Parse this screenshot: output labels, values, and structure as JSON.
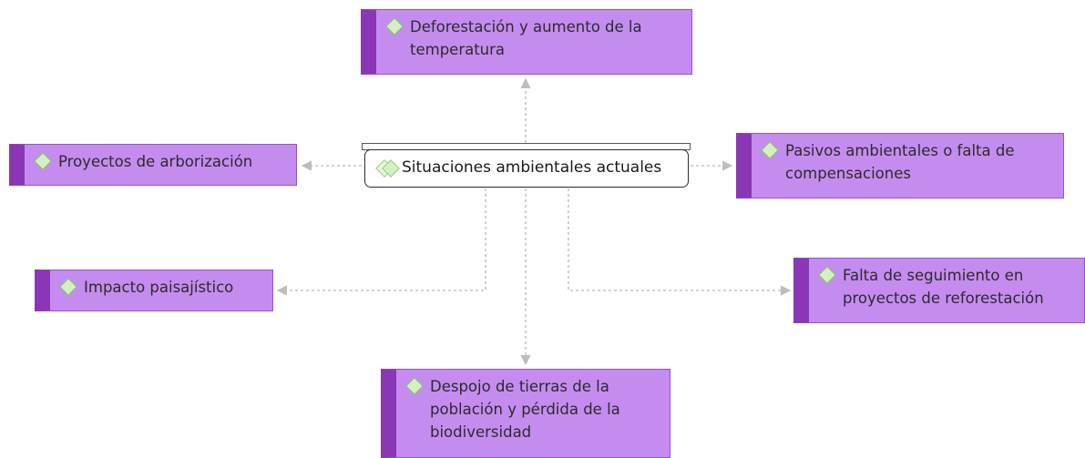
{
  "diagram": {
    "central": {
      "label": "Situaciones ambientales actuales"
    },
    "nodes": {
      "deforestacion": {
        "label": "Deforestación y aumento de la temperatura"
      },
      "arborizacion": {
        "label": "Proyectos de arborización"
      },
      "pasivos": {
        "label": "Pasivos ambientales o falta de compensaciones"
      },
      "impacto": {
        "label": "Impacto paisajístico"
      },
      "seguimiento": {
        "label": "Falta de seguimiento en proyectos de reforestación"
      },
      "despojo": {
        "label": "Despojo de tierras de la población y pérdida de la biodiversidad"
      }
    }
  },
  "colors": {
    "node_fill": "#c58cf0",
    "node_accent": "#8a36b5",
    "icon_fill": "#d4f0c3",
    "icon_stroke": "#7cbf5e",
    "connector": "#bdbdbd"
  },
  "icons": {
    "node_icon": "diamond-icon",
    "central_icon": "double-diamond-icon"
  }
}
